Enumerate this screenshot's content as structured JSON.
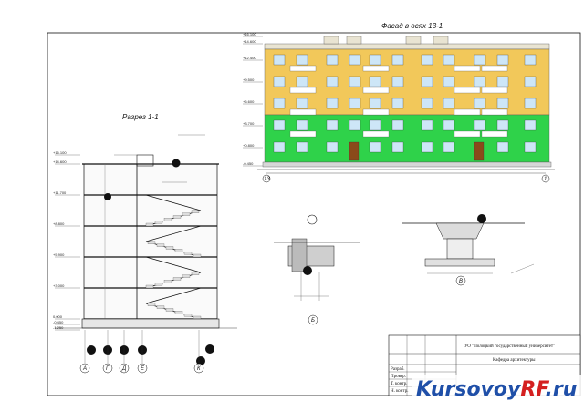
{
  "drawing": {
    "section_title": "Разрез 1-1",
    "facade_title": "Фасад в осях 13-1",
    "facade_axis_left": "13",
    "facade_axis_right": "1",
    "section_axes": [
      "А",
      "Г",
      "Д",
      "Е",
      "К"
    ],
    "detail_labels": [
      "Б",
      "В"
    ],
    "section_levels": [
      "+16.100",
      "+14.600",
      "+11.700",
      "+8.800",
      "+5.900",
      "+3.000",
      "0.000",
      "-0.450",
      "-1.250"
    ],
    "facade_levels": [
      "+16.100",
      "+14.600",
      "+12.400",
      "+9.500",
      "+6.600",
      "+3.700",
      "+0.800",
      "-0.450"
    ]
  },
  "title_block": {
    "university": "УО \"Полоцкий государственный университет\"",
    "department": "Кафедра архитектуры",
    "rows": [
      "Разраб.",
      "Провер.",
      "Т. контр.",
      "Н. контр."
    ]
  },
  "watermark": {
    "part1": "Kursovoy",
    "part2": "RF",
    "part3": ".ru",
    "color_main": "#1f4fa8",
    "color_accent": "#d42020"
  },
  "colors": {
    "facade_yellow": "#f2c85a",
    "facade_green": "#2fd24a",
    "window_blue": "#cde6f7",
    "door_brown": "#8a4a1a"
  }
}
